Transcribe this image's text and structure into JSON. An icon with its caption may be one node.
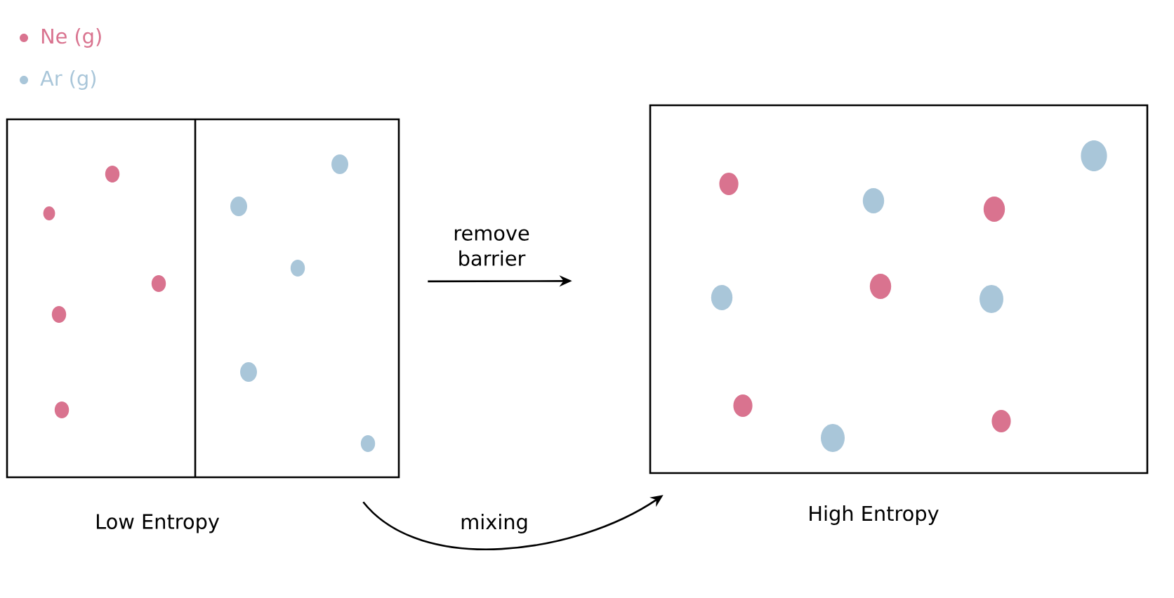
{
  "diagram": {
    "nodes": [
      {
        "text": [],
        "shape": "box",
        "beside": [
          "Low Entropy"
        ]
      },
      {
        "text": [],
        "shape": "box",
        "beside": [
          "High Entropy"
        ]
      }
    ],
    "edges": [
      {
        "from": 0,
        "to": 1,
        "arrow": "to",
        "label": "remove barrier"
      },
      {
        "from": 0,
        "to": 1,
        "arrow": "to",
        "label": "mixing"
      }
    ],
    "legend": [
      {
        "text": "Ne (g)",
        "color": "#d9738f"
      },
      {
        "text": "Ar (g)",
        "color": "#a9c6d9"
      }
    ]
  }
}
